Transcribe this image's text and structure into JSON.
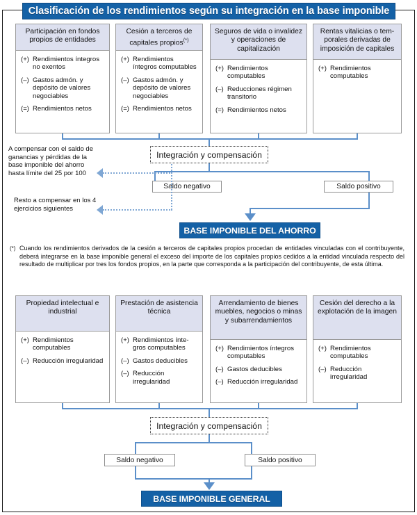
{
  "title": "Clasificación de los rendimientos según su integración en la base imponible",
  "colors": {
    "brand_blue": "#1461A6",
    "connector_blue": "#5b8fc9",
    "header_fill": "#dde0ef",
    "border_grey": "#9a9a9a"
  },
  "savings_section": {
    "categories": [
      {
        "title": "Participación en fondos propios de entidades",
        "items": [
          {
            "sign": "(+)",
            "text": "Rendimientos íntegros no exentos"
          },
          {
            "sign": "(–)",
            "text": "Gastos admón. y depósito de valores negociables"
          },
          {
            "sign": "(=)",
            "text": "Rendimientos netos"
          }
        ]
      },
      {
        "title": "Cesión a terceros de capitales propios",
        "footnote_mark": "(*)",
        "items": [
          {
            "sign": "(+)",
            "text": "Rendimientos íntegros computables"
          },
          {
            "sign": "(–)",
            "text": "Gastos admón. y depósito de valores negociables"
          },
          {
            "sign": "(=)",
            "text": "Rendimientos netos"
          }
        ]
      },
      {
        "title": "Seguros de vida o inva­lidez y operaciones de capitalización",
        "items": [
          {
            "sign": "(+)",
            "text": "Rendimientos computables"
          },
          {
            "sign": "(–)",
            "text": "Reducciones régimen transitorio"
          },
          {
            "sign": "(=)",
            "text": "Rendimientos netos"
          }
        ]
      },
      {
        "title": "Rentas vitalicias o tem­porales derivadas de imposición de capitales",
        "items": [
          {
            "sign": "(+)",
            "text": "Rendimientos computables"
          }
        ]
      }
    ],
    "integration_label": "Integración y compensación",
    "saldo_negativo": "Saldo negativo",
    "saldo_positivo": "Saldo positivo",
    "note_1": "A compensar con el saldo de ganancias y pérdidas de la base imponible del ahorro hasta límite del 25 por 100",
    "note_2": "Resto a compensar en los 4 ejer­cicios siguientes",
    "result": "BASE IMPONIBLE DEL AHORRO"
  },
  "footnote": {
    "mark": "(*)",
    "text": "Cuando los rendimientos derivados de la cesión a terceros de capitales propios procedan de entidades vinculadas con el contribu­yente, deberá integrarse en la base imponible general el exceso del importe de los capitales propios cedidos a la entidad vinculada respecto del resultado de multiplicar por tres los fondos propios, en la parte que corresponda a la participación del contribuyente, de esta última."
  },
  "general_section": {
    "categories": [
      {
        "title": "Propiedad intelectual e industrial",
        "items": [
          {
            "sign": "(+)",
            "text": "Rendimientos computables"
          },
          {
            "sign": "(–)",
            "text": "Reducción irregularidad"
          }
        ]
      },
      {
        "title": "Prestación de asistencia técnica",
        "items": [
          {
            "sign": "(+)",
            "text": "Rendimientos ínte­gros computables"
          },
          {
            "sign": "(–)",
            "text": "Gastos deducibles"
          },
          {
            "sign": "(–)",
            "text": "Reducción irregularidad"
          }
        ]
      },
      {
        "title": "Arrendamiento de bienes muebles, negocios o minas y subarrendamientos",
        "items": [
          {
            "sign": "(+)",
            "text": "Rendimientos ínte­gros computables"
          },
          {
            "sign": "(–)",
            "text": "Gastos deducibles"
          },
          {
            "sign": "(–)",
            "text": "Reducción irregularidad"
          }
        ]
      },
      {
        "title": "Cesión del derecho a la explotación de la imagen",
        "items": [
          {
            "sign": "(+)",
            "text": "Rendimientos computables"
          },
          {
            "sign": "(–)",
            "text": "Reducción irregularidad"
          }
        ]
      }
    ],
    "integration_label": "Integración y compensación",
    "saldo_negativo": "Saldo negativo",
    "saldo_positivo": "Saldo positivo",
    "result": "BASE IMPONIBLE GENERAL"
  }
}
